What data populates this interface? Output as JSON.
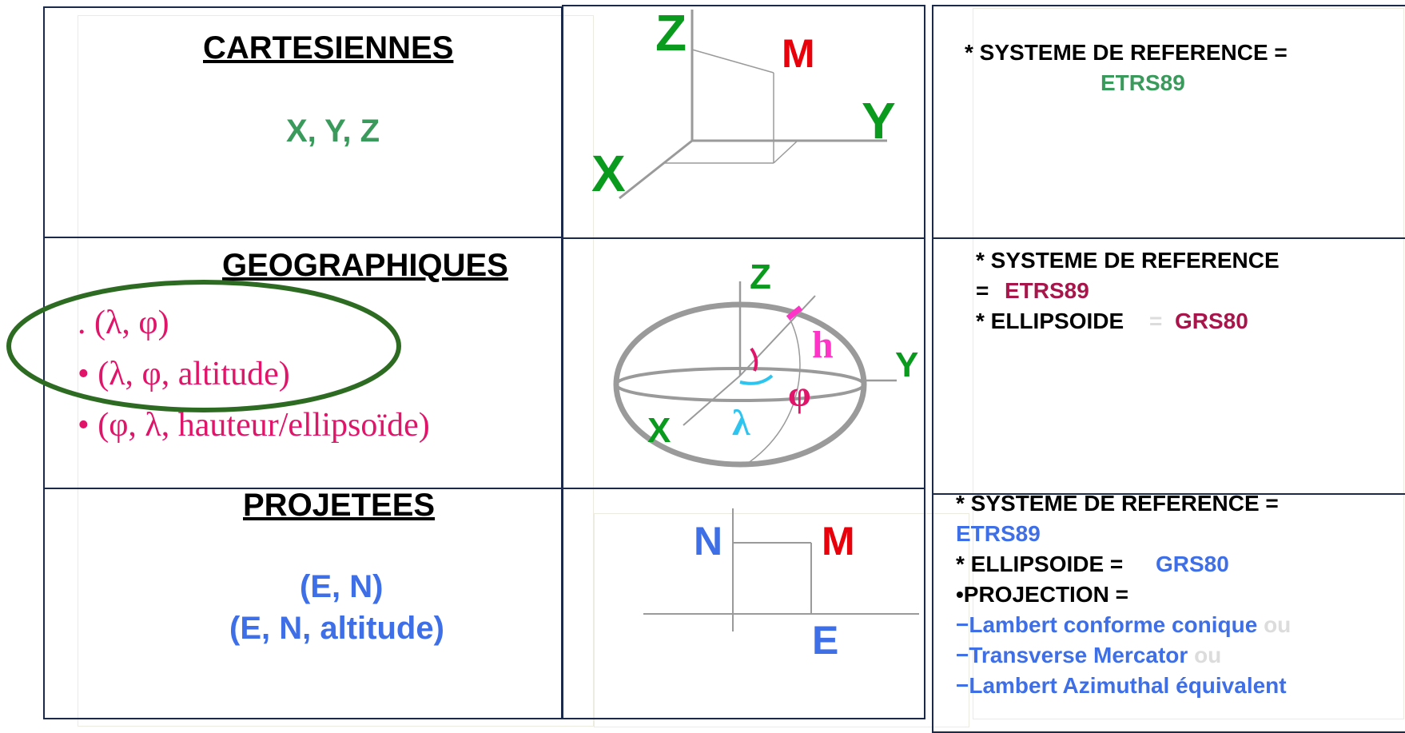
{
  "colors": {
    "border": "#1b2a4a",
    "green_text": "#3a9a5c",
    "axis_green": "#0a9a1e",
    "red": "#e8000b",
    "pink": "#e0156a",
    "magenta": "#ff33c8",
    "cyan": "#2ec4f0",
    "maroon": "#a8154a",
    "blue": "#3f6fe6",
    "ellipse_green": "#2e6b22",
    "gray": "#9a9a9a"
  },
  "cartesian": {
    "title": "CARTESIENNES",
    "coords": "X, Y, Z",
    "diagram": {
      "z": "Z",
      "m": "M",
      "y": "Y",
      "x": "X"
    },
    "ref_prefix": "* SYSTEME DE REFERENCE =",
    "ref_value": "ETRS89"
  },
  "geographic": {
    "title": "GEOGRAPHIQUES",
    "items": [
      ". (λ, φ)",
      "•  (λ, φ, altitude)",
      "• (φ, λ, hauteur/ellipsoïde)"
    ],
    "diagram": {
      "z": "Z",
      "y": "Y",
      "x": "X",
      "h": "h",
      "phi": "φ",
      "lambda": "λ"
    },
    "ref_prefix": "* SYSTEME DE REFERENCE",
    "ref_eq": "=",
    "ref_value": "ETRS89",
    "ellipsoid_prefix": "* ELLIPSOIDE",
    "ellipsoid_eq": "=",
    "ellipsoid_value": "GRS80"
  },
  "projected": {
    "title": "PROJETEES",
    "coords_1": "(E, N)",
    "coords_2": "(E, N, altitude)",
    "diagram": {
      "n": "N",
      "m": "M",
      "e": "E"
    },
    "ref_prefix": "* SYSTEME DE REFERENCE =",
    "ref_value": "ETRS89",
    "ellipsoid_prefix": "* ELLIPSOIDE =",
    "ellipsoid_value": "GRS80",
    "projection_label": "•PROJECTION =",
    "projections": [
      {
        "name": "−Lambert conforme conique",
        "suffix": "ou"
      },
      {
        "name": "−Transverse Mercator",
        "suffix": "ou"
      },
      {
        "name": "−Lambert Azimuthal équivalent",
        "suffix": ""
      }
    ]
  }
}
